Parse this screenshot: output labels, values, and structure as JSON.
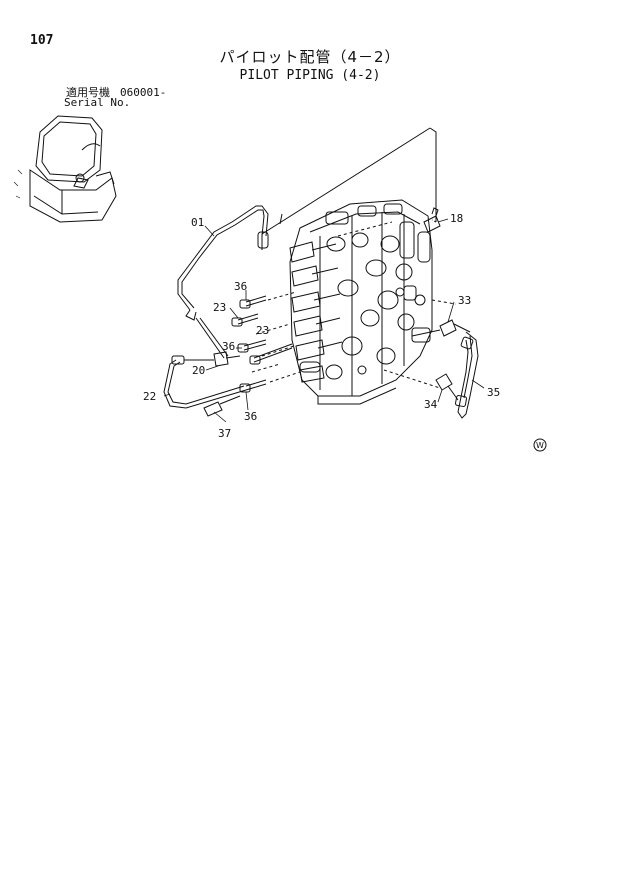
{
  "page": {
    "number": "107",
    "title_jp": "パイロット配管（4－2）",
    "title_en": "PILOT PIPING (4-2)",
    "serial_label_jp": "適用号機",
    "serial_value": "060001-",
    "serial_label_en": "Serial No."
  },
  "callouts": {
    "c01": "01",
    "c18": "18",
    "c36a": "36",
    "c23a": "23",
    "c23b": "23",
    "c33": "33",
    "c36b": "36",
    "c20": "20",
    "c22": "22",
    "c36c": "36",
    "c37": "37",
    "c34": "34",
    "c35": "35"
  },
  "watermark": "W"
}
